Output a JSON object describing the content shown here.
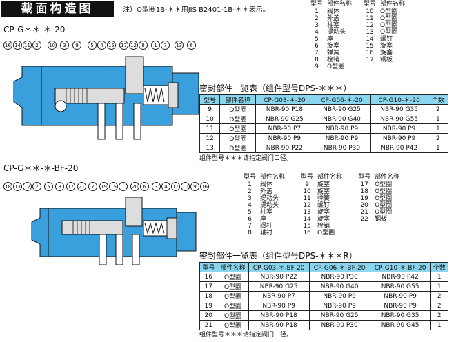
{
  "header": {
    "title": "截面构造图",
    "note": "注）O型圈1B-＊＊用JIS B2401-1B-＊＊表示。"
  },
  "top": {
    "model": "CP-G＊＊-＊-20",
    "callouts": [
      "16",
      "14",
      "11",
      "2",
      "10",
      "3",
      "9",
      "5",
      "4",
      "15",
      "17",
      "12",
      "8",
      "1",
      "7",
      "13",
      "6"
    ],
    "parts_headers": [
      "型号",
      "部件名称",
      "型号",
      "部件名称"
    ],
    "parts_left": [
      {
        "no": "1",
        "name": "阀体"
      },
      {
        "no": "2",
        "name": "外盖"
      },
      {
        "no": "3",
        "name": "柱塞"
      },
      {
        "no": "4",
        "name": "提动头"
      },
      {
        "no": "5",
        "name": "座"
      },
      {
        "no": "6",
        "name": "旋塞"
      },
      {
        "no": "7",
        "name": "弹簧"
      },
      {
        "no": "8",
        "name": "栓销"
      },
      {
        "no": "9",
        "name": "O型圈"
      }
    ],
    "parts_right": [
      {
        "no": "10",
        "name": "O型圈"
      },
      {
        "no": "11",
        "name": "O型圈"
      },
      {
        "no": "12",
        "name": "O型圈"
      },
      {
        "no": "13",
        "name": "O型圈"
      },
      {
        "no": "14",
        "name": "螺钉"
      },
      {
        "no": "15",
        "name": "旋塞"
      },
      {
        "no": "16",
        "name": "旋塞"
      },
      {
        "no": "17",
        "name": "钢板"
      }
    ],
    "seal_title": "密封部件一览表（组件型号DPS-＊＊＊）",
    "seal_headers": [
      "型号",
      "部件名称",
      "CP-G03-＊-20",
      "CP-G06-＊-20",
      "CP-G10-＊-20",
      "个数"
    ],
    "seal_rows": [
      [
        "9",
        "O型圈",
        "NBR-90 P18",
        "NBR-90 G25",
        "NBR-90 G35",
        "2"
      ],
      [
        "10",
        "O型圈",
        "NBR-90 G25",
        "NBR-90 G40",
        "NBR-90 G55",
        "1"
      ],
      [
        "11",
        "O型圈",
        "NBR-90 P7",
        "NBR-90 P9",
        "NBR-90 P9",
        "1"
      ],
      [
        "12",
        "O型圈",
        "NBR-90 P9",
        "NBR-90 P9",
        "NBR-90 P9",
        "2"
      ],
      [
        "13",
        "O型圈",
        "NBR-90 P22",
        "NBR-90 P30",
        "NBR-90 P42",
        "1"
      ]
    ],
    "foot": "组件型号＊＊＊请指定阀门口径。"
  },
  "bottom": {
    "model": "CP-G＊＊-＊-BF-20",
    "callouts": [
      "18",
      "13",
      "12",
      "2",
      "5",
      "8",
      "17",
      "21",
      "7",
      "19",
      "15",
      "1",
      "20",
      "6",
      "3",
      "4",
      "11",
      "10",
      "9",
      "16"
    ],
    "parts_headers": [
      "型号",
      "部件名称",
      "型号",
      "部件名称",
      "型号",
      "部件名称"
    ],
    "parts_col1": [
      {
        "no": "1",
        "name": "阀体"
      },
      {
        "no": "2",
        "name": "外盖"
      },
      {
        "no": "3",
        "name": "提动头"
      },
      {
        "no": "4",
        "name": "提动头"
      },
      {
        "no": "5",
        "name": "柱塞"
      },
      {
        "no": "6",
        "name": "座"
      },
      {
        "no": "7",
        "name": "阀杆"
      },
      {
        "no": "8",
        "name": "轴衬"
      }
    ],
    "parts_col2": [
      {
        "no": "9",
        "name": "旋塞"
      },
      {
        "no": "10",
        "name": "旋塞"
      },
      {
        "no": "11",
        "name": "弹簧"
      },
      {
        "no": "12",
        "name": "螺钉"
      },
      {
        "no": "13",
        "name": "旋塞"
      },
      {
        "no": "14",
        "name": "旋塞"
      },
      {
        "no": "15",
        "name": "栓销"
      },
      {
        "no": "16",
        "name": "O型圈"
      }
    ],
    "parts_col3": [
      {
        "no": "17",
        "name": "O型圈"
      },
      {
        "no": "18",
        "name": "O型圈"
      },
      {
        "no": "19",
        "name": "O型圈"
      },
      {
        "no": "20",
        "name": "O型圈"
      },
      {
        "no": "21",
        "name": "O型圈"
      },
      {
        "no": "22",
        "name": "钢板"
      }
    ],
    "seal_title": "密封部件一览表（组件型号DPS-＊＊＊R）",
    "seal_headers": [
      "型号",
      "部件名称",
      "CP-G03-＊-BF-20",
      "CP-G06-＊-BF-20",
      "CP-G10-＊-BF-20",
      "个数"
    ],
    "seal_rows": [
      [
        "16",
        "O型圈",
        "NBR-90 P22",
        "NBR-90 P30",
        "NBR-90 P42",
        "1"
      ],
      [
        "17",
        "O型圈",
        "NBR-90 G25",
        "NBR-90 G40",
        "NBR-90 G55",
        "1"
      ],
      [
        "18",
        "O型圈",
        "NBR-90 P7",
        "NBR-90 P9",
        "NBR-90 P9",
        "2"
      ],
      [
        "19",
        "O型圈",
        "NBR-90 P9",
        "NBR-90 P9",
        "NBR-90 P9",
        "2"
      ],
      [
        "20",
        "O型圈",
        "NBR-90 P18",
        "NBR-90 G25",
        "NBR-90 G35",
        "2"
      ],
      [
        "21",
        "O型圈",
        "NBR-90 P18",
        "NBR-90 P30",
        "NBR-90 G45",
        "1"
      ]
    ],
    "foot": "组件型号＊＊＊请指定阀门口径。"
  },
  "colors": {
    "body": "#3aa0dd",
    "header_fill": "#8ad6ee",
    "metal": "#dddddd",
    "dark": "#111111"
  }
}
